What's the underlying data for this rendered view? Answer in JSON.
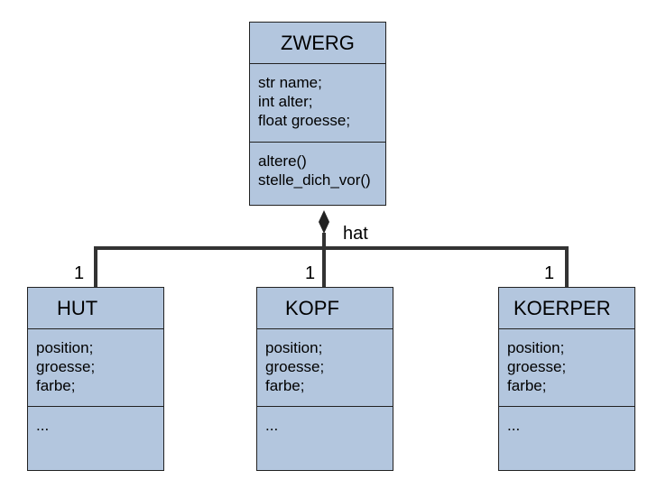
{
  "diagram": {
    "type": "uml-class-diagram",
    "association": {
      "label": "hat",
      "kind": "composition"
    },
    "classes": [
      {
        "id": "zwerg",
        "name": "ZWERG",
        "attributes": [
          "str name;",
          "int alter;",
          "float groesse;"
        ],
        "methods": [
          "altere()",
          "stelle_dich_vor()"
        ]
      },
      {
        "id": "hut",
        "name": "HUT",
        "multiplicity": "1",
        "attributes": [
          "position;",
          "groesse;",
          "farbe;"
        ],
        "methods": [
          "..."
        ]
      },
      {
        "id": "kopf",
        "name": "KOPF",
        "multiplicity": "1",
        "attributes": [
          "position;",
          "groesse;",
          "farbe;"
        ],
        "methods": [
          "..."
        ]
      },
      {
        "id": "koerper",
        "name": "KOERPER",
        "multiplicity": "1",
        "attributes": [
          "position;",
          "groesse;",
          "farbe;"
        ],
        "methods": [
          "..."
        ]
      }
    ]
  },
  "colors": {
    "class_fill": "#b3c6de",
    "border": "#222222",
    "connector": "#333333"
  }
}
